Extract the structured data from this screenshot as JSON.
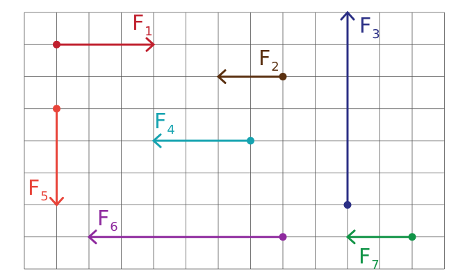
{
  "grid": {
    "columns": 13,
    "rows": 8,
    "line_color": "#555555"
  },
  "vectors": [
    {
      "id": "F1",
      "letter": "F",
      "subscript": "1",
      "color": "#c0202e",
      "tail": [
        1,
        1
      ],
      "head": [
        4,
        1
      ]
    },
    {
      "id": "F2",
      "letter": "F",
      "subscript": "2",
      "color": "#5a3010",
      "tail": [
        8,
        2
      ],
      "head": [
        6,
        2
      ]
    },
    {
      "id": "F3",
      "letter": "F",
      "subscript": "3",
      "color": "#2b2f85",
      "tail": [
        10,
        6
      ],
      "head": [
        10,
        0
      ]
    },
    {
      "id": "F4",
      "letter": "F",
      "subscript": "4",
      "color": "#16a3b0",
      "tail": [
        7,
        4
      ],
      "head": [
        4,
        4
      ]
    },
    {
      "id": "F5",
      "letter": "F",
      "subscript": "5",
      "color": "#e8443a",
      "tail": [
        1,
        3
      ],
      "head": [
        1,
        6
      ]
    },
    {
      "id": "F6",
      "letter": "F",
      "subscript": "6",
      "color": "#8e2a9e",
      "tail": [
        8,
        7
      ],
      "head": [
        2,
        7
      ]
    },
    {
      "id": "F7",
      "letter": "F",
      "subscript": "7",
      "color": "#119447",
      "tail": [
        12,
        7
      ],
      "head": [
        10,
        7
      ]
    }
  ]
}
